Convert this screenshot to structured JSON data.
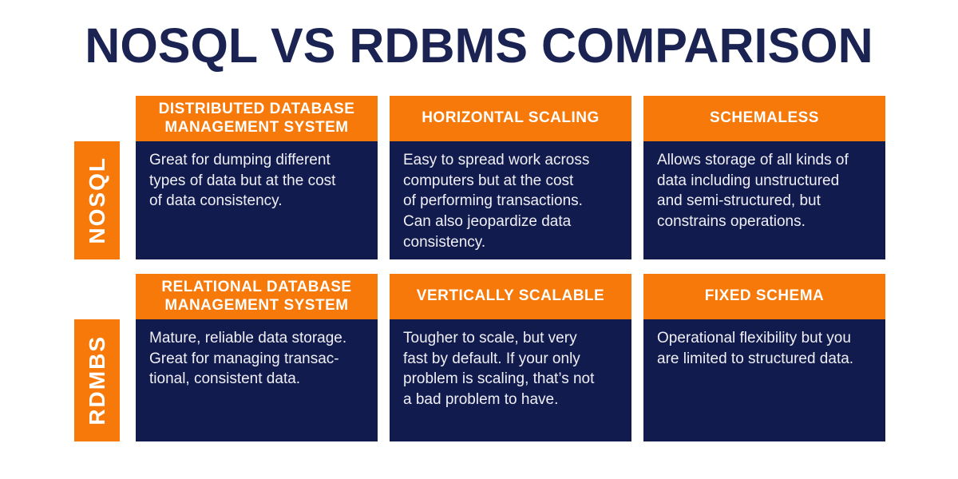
{
  "title": "NOSQL VS RDBMS COMPARISON",
  "colors": {
    "orange": "#F7790A",
    "navy": "#111B4D",
    "title_navy": "#1B2353",
    "header_text": "#FFFFFF",
    "body_text": "#EFEFF5",
    "background": "#FFFFFF"
  },
  "rows": [
    {
      "label": "NOSQL",
      "cards": [
        {
          "header": "DISTRIBUTED DATABASE\nMANAGEMENT SYSTEM",
          "body": "Great for dumping different\ntypes of data but at the cost\nof data consistency."
        },
        {
          "header": "HORIZONTAL SCALING",
          "body": "Easy to spread work across\ncomputers but at the cost\nof performing transactions.\nCan also jeopardize data\nconsistency."
        },
        {
          "header": "SCHEMALESS",
          "body": "Allows storage of all kinds of\ndata including unstructured\nand semi-structured, but\nconstrains operations."
        }
      ]
    },
    {
      "label": "RDMBS",
      "cards": [
        {
          "header": "RELATIONAL DATABASE\nMANAGEMENT SYSTEM",
          "body": "Mature, reliable data storage.\nGreat for managing transac-\ntional, consistent data."
        },
        {
          "header": "VERTICALLY SCALABLE",
          "body": "Tougher to scale, but very\nfast by default. If your only\nproblem is scaling, that’s not\na bad problem to have."
        },
        {
          "header": "FIXED SCHEMA",
          "body": "Operational flexibility but you\nare limited to structured data."
        }
      ]
    }
  ]
}
